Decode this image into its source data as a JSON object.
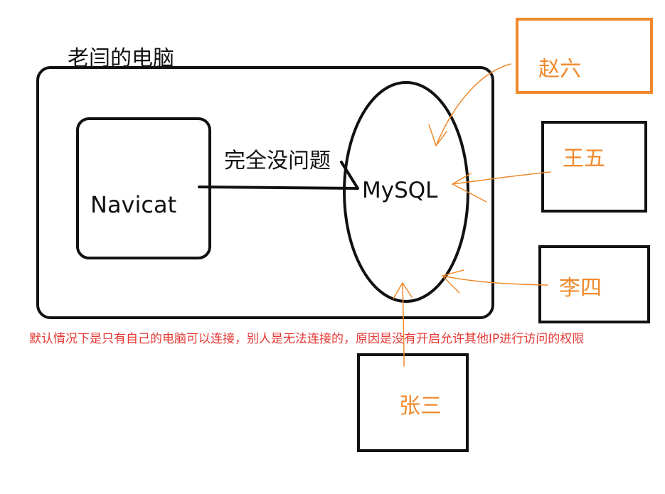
{
  "diagram": {
    "boss_computer_label": "老闫的电脑",
    "navicat_label": "Navicat",
    "connection_label": "完全没问题",
    "mysql_label": "MySQL",
    "people": [
      {
        "id": "zhaoliu",
        "name": "赵六"
      },
      {
        "id": "wangwu",
        "name": "王五"
      },
      {
        "id": "lisi",
        "name": "李四"
      },
      {
        "id": "zhangsan",
        "name": "张三"
      }
    ],
    "note": "默认情况下是只有自己的电脑可以连接，别人是无法连接的，原因是没有开启允许其他IP进行访问的权限"
  },
  "colors": {
    "ink": "#111111",
    "orange": "#f0892b",
    "red_note": "#e53935"
  }
}
